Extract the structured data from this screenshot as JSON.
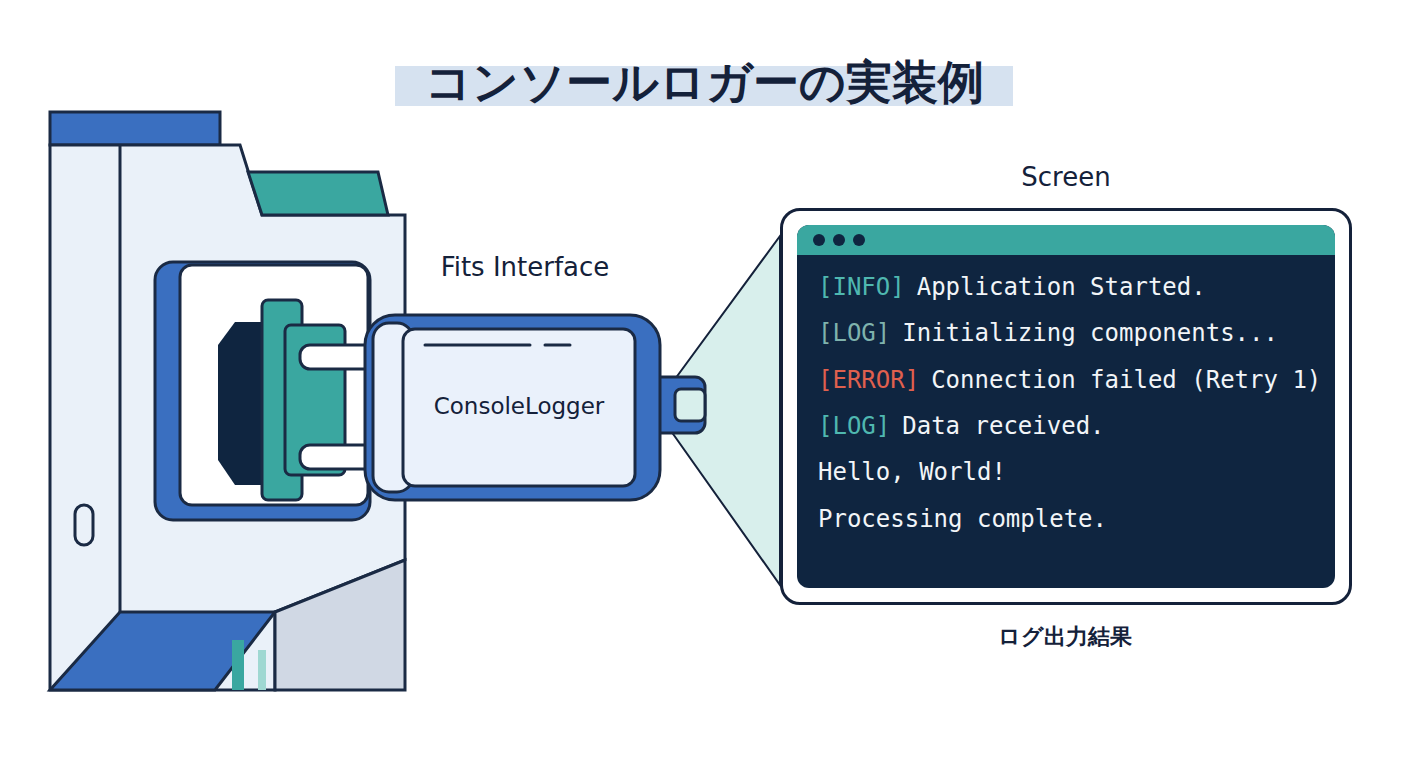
{
  "diagram": {
    "title": "コンソールロガーの実装例",
    "nodes": [
      {
        "text": [
          "ConsoleLogger"
        ]
      },
      {
        "text": [
          "Screen",
          "[INFO]",
          "Application Started.",
          "[LOG]",
          "Initializing components...",
          "[ERROR]",
          "Connection failed (Retry 1)",
          "[LOG]",
          "Data received.",
          "Hello, World!",
          "Processing complete."
        ]
      }
    ],
    "edges": [
      {
        "from": 0,
        "to": 1,
        "arrow": "none"
      }
    ],
    "labels": [
      "Fits Interface",
      "ログ出力結果"
    ]
  }
}
